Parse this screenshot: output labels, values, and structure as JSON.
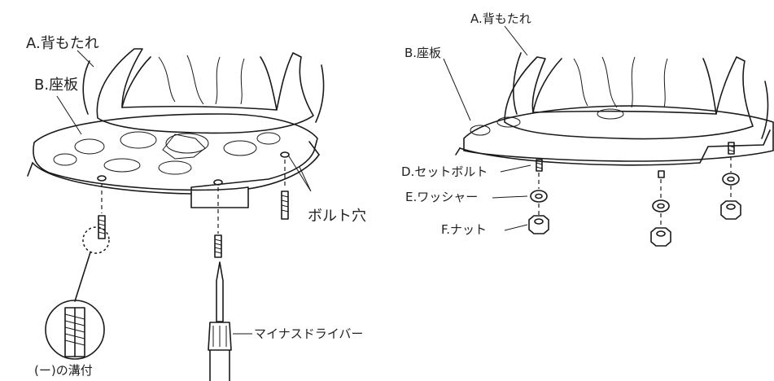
{
  "left_figure": {
    "label_backrest": "A.背もたれ",
    "label_seat_plate": "B.座板",
    "label_bolt_holes": "ボルト穴",
    "label_screwdriver": "マイナスドライバー",
    "label_slotted": "(ー)の溝付"
  },
  "right_figure": {
    "label_backrest": "A.背もたれ",
    "label_seat_plate": "B.座板",
    "label_set_bolt": "D.セットボルト",
    "label_washer": "E.ワッシャー",
    "label_nut": "F.ナット"
  },
  "colors": {
    "ink": "#1a1a1a",
    "background": "#ffffff"
  }
}
